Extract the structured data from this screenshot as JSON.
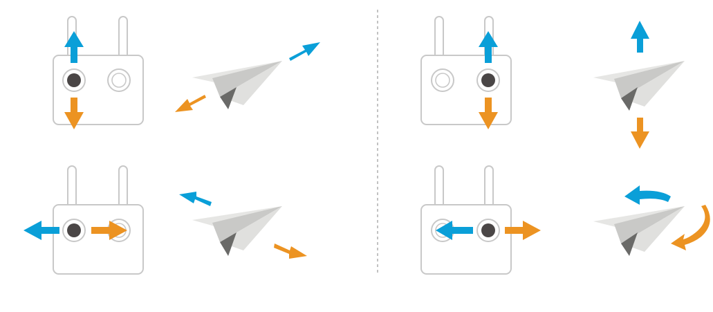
{
  "colors": {
    "up_arrow": "#0a9fd8",
    "down_arrow": "#ec9322",
    "stick_active": "#4a4646",
    "outline": "#c8c8c8",
    "divider": "#9a9a9a",
    "plane_light": "#e6e6e4",
    "plane_mid": "#c9c9c7",
    "plane_dark": "#8b8b89",
    "plane_shadow": "#6a6a68"
  },
  "panels": [
    {
      "name": "left-stick-vertical",
      "active_stick": "left",
      "stick_motion": "vertical",
      "aircraft_motion": "forward-backward"
    },
    {
      "name": "left-stick-horizontal",
      "active_stick": "left",
      "stick_motion": "horizontal",
      "aircraft_motion": "lateral"
    },
    {
      "name": "right-stick-vertical",
      "active_stick": "right",
      "stick_motion": "vertical",
      "aircraft_motion": "up-down"
    },
    {
      "name": "right-stick-horizontal",
      "active_stick": "right",
      "stick_motion": "horizontal",
      "aircraft_motion": "rotate"
    }
  ],
  "icons": [
    "controller-icon",
    "paper-plane-icon",
    "arrow-icon",
    "rotate-arrow-icon"
  ]
}
